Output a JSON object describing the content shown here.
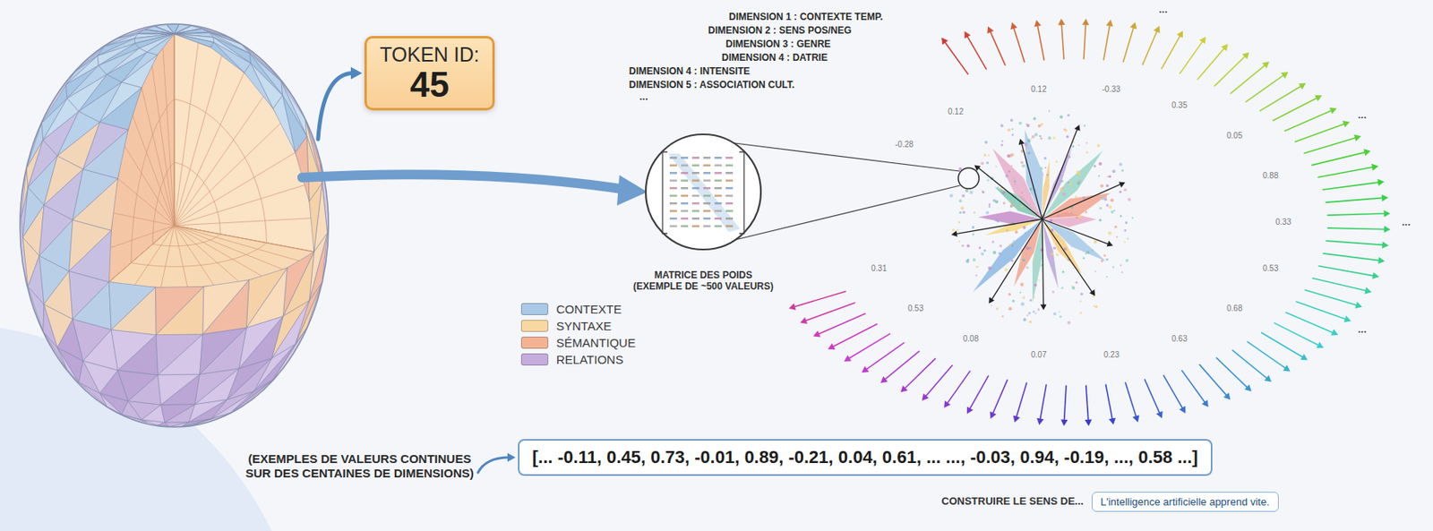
{
  "diagram": {
    "nodes": [
      {
        "text": [
          "TOKEN ID:",
          "45"
        ]
      },
      {
        "text": [
          "[... -0.11, 0.45, 0.73, -0.01, 0.89, -0.21, 0.04, 0.61, ... ..., -0.03, 0.94, -0.19, ..., 0.58 ...]"
        ]
      },
      {
        "text": [
          "L'intelligence artificielle apprend vite."
        ]
      }
    ],
    "labels": [
      "DIMENSION 1 : CONTEXTE TEMP.",
      "DIMENSION 2 : SENS POS/NEG",
      "DIMENSION 3 : GENRE",
      "DIMENSION 4 : DATRIE",
      "DIMENSION 4 : INTENSITE",
      "DIMENSION 5 : ASSOCIATION CULT.",
      "...",
      "MATRICE DES POIDS (EXEMPLE DE ~500 VALEURS)",
      "(EXEMPLES DE VALEURS CONTINUES SUR DES CENTAINES DE DIMENSIONS)",
      "CONSTRUIRE LE SENS DE...",
      "0.12",
      "-0.33",
      "0.35",
      "0.05",
      "0.88",
      "0.33",
      "0.53",
      "0.68",
      "0.63",
      "0.23",
      "0.07",
      "0.08",
      "0.53",
      "0.31",
      "-0.28",
      "0.12",
      "...",
      "...",
      "...",
      "..."
    ],
    "legend": [
      {
        "text": "CONTEXTE",
        "color": "#a9c9e6"
      },
      {
        "text": "SYNTAXE",
        "color": "#f8d8a0"
      },
      {
        "text": "SÉMANTIQUE",
        "color": "#f3b393"
      },
      {
        "text": "RELATIONS",
        "color": "#c6acdc"
      }
    ]
  }
}
